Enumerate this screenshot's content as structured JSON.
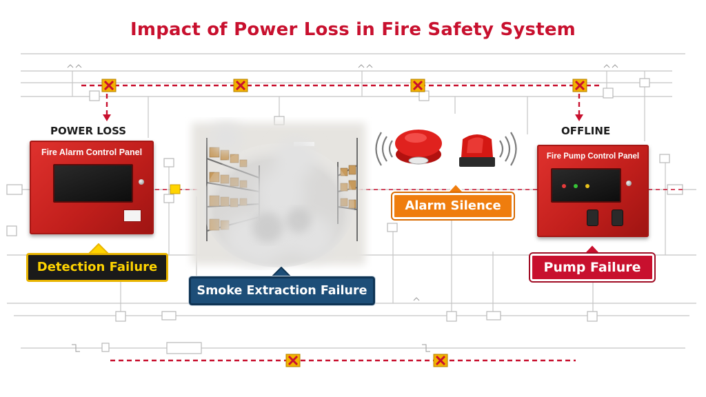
{
  "title": "Impact of Power Loss in Fire Safety System",
  "left_status": "POWER LOSS",
  "right_status": "OFFLINE",
  "fire_alarm_panel": {
    "title": "Fire Alarm Control Panel"
  },
  "fire_pump_panel": {
    "title": "Fire Pump Control Panel"
  },
  "callouts": {
    "detection": "Detection Failure",
    "smoke": "Smoke Extraction Failure",
    "alarm": "Alarm Silence",
    "pump": "Pump Failure"
  },
  "colors": {
    "title_red": "#c8102e",
    "power_line": "#c8102e",
    "break_marker": "#f2b200",
    "detection_bg": "#1a1a1a",
    "detection_text": "#ffd400",
    "smoke_bg": "#1d4e78",
    "alarm_bg": "#ef7d0e",
    "pump_bg": "#c8102e"
  }
}
